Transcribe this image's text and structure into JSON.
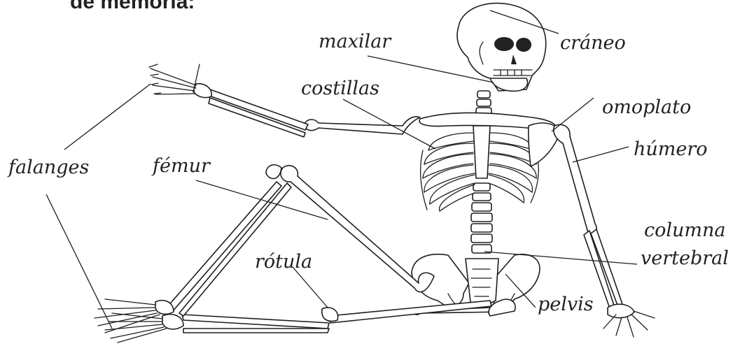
{
  "header_fragment": "de memoria:",
  "labels": {
    "craneo": "cráneo",
    "maxilar": "maxilar",
    "costillas": "costillas",
    "omoplato": "omoplato",
    "humero": "húmero",
    "falanges": "falanges",
    "femur": "fémur",
    "columna_line1": "columna",
    "columna_line2": "vertebral",
    "rotula": "rótula",
    "pelvis": "pelvis"
  }
}
